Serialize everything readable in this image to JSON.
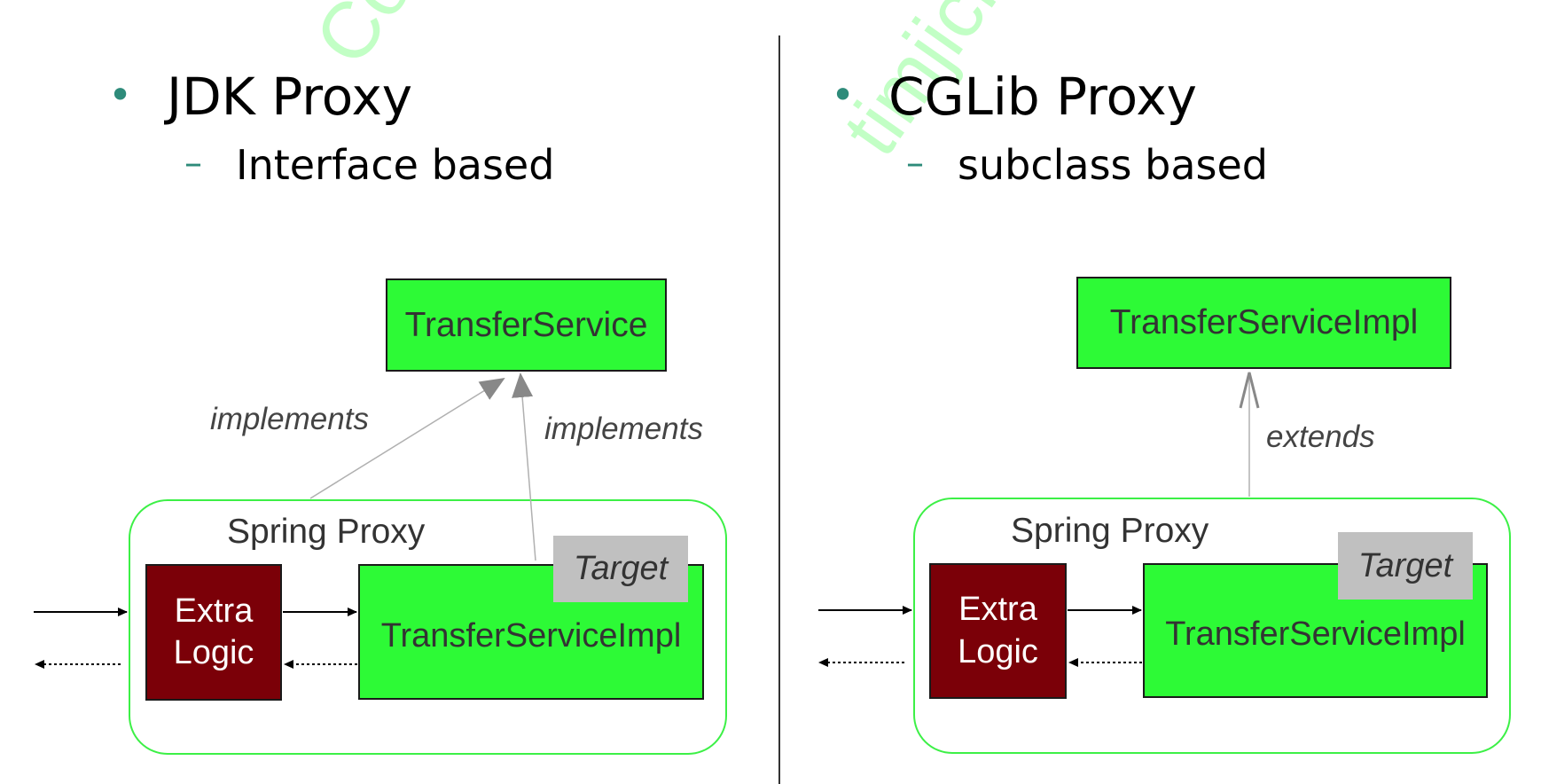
{
  "watermark": {
    "text_a": "Co",
    "text_b": "timjick"
  },
  "left": {
    "heading": "JDK Proxy",
    "subheading": "Interface based",
    "interface_box": "TransferService",
    "implements_1": "implements",
    "implements_2": "implements",
    "proxy_label": "Spring Proxy",
    "extra_logic_line1": "Extra",
    "extra_logic_line2": "Logic",
    "target_tag": "Target",
    "impl_box": "TransferServiceImpl"
  },
  "right": {
    "heading": "CGLib Proxy",
    "subheading": "subclass based",
    "class_box": "TransferServiceImpl",
    "extends_label": "extends",
    "proxy_label": "Spring Proxy",
    "extra_logic_line1": "Extra",
    "extra_logic_line2": "Logic",
    "target_tag": "Target",
    "impl_box": "TransferServiceImpl"
  },
  "colors": {
    "green_fill": "#2dfa36",
    "proxy_border": "#3cf046",
    "extra_logic_fill": "#7b0008",
    "target_tag_fill": "#c0c0c0",
    "bullet": "#2e8b7a",
    "watermark": "#b8ffbc"
  }
}
